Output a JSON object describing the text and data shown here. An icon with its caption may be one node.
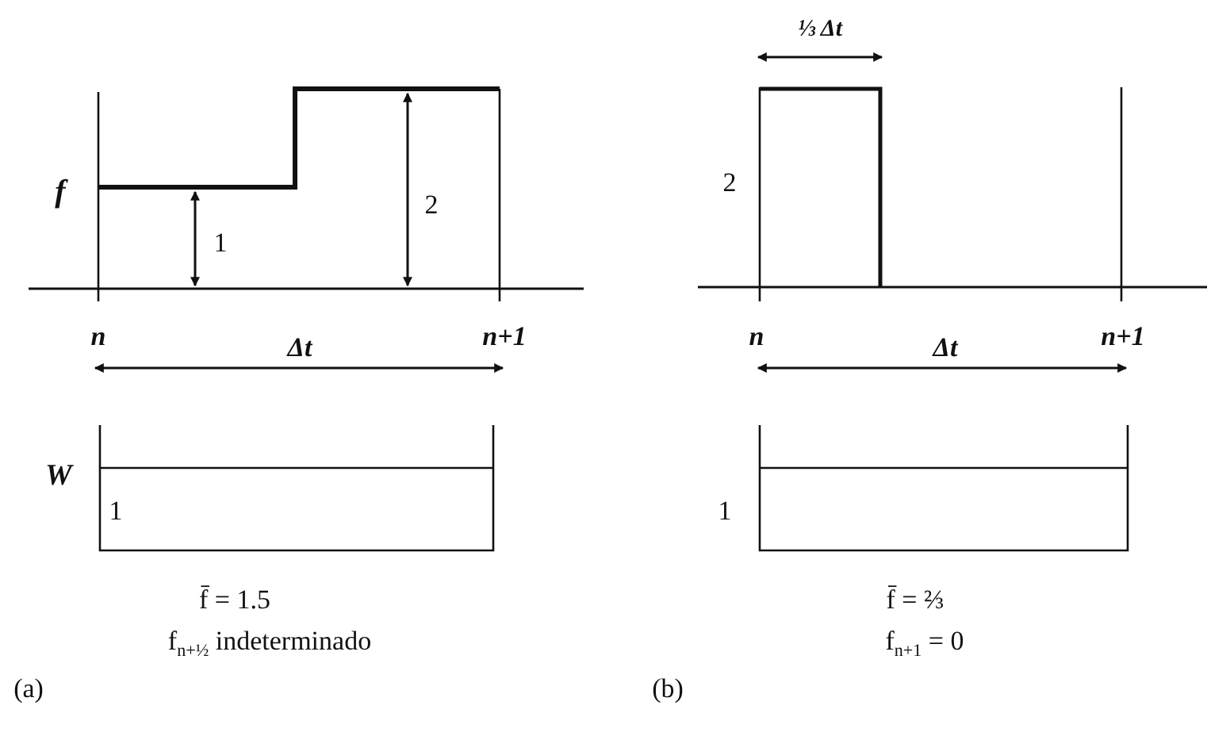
{
  "diagram": {
    "labels": [
      "f",
      "1",
      "2",
      "n",
      "n+1",
      "Δt",
      "W",
      "1",
      "f̄ = 1.5",
      "f$_{n+½}$ indeterminado",
      "(a)",
      "⅓ Δt",
      "2",
      "n",
      "n+1",
      "Δt",
      "1",
      "f̄ = ⅔",
      "f$_{n+1}$ = 0",
      "(b)"
    ]
  }
}
